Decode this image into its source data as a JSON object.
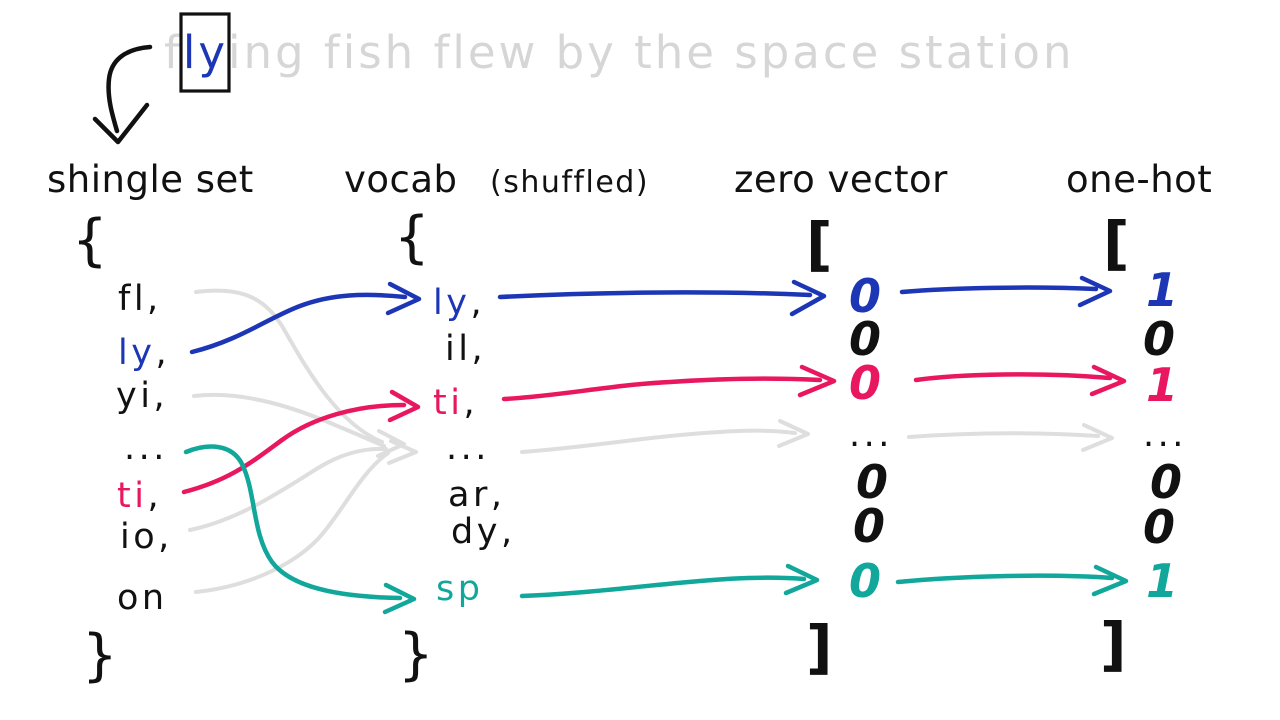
{
  "palette": {
    "blue": "#1c36b5",
    "pink": "#e8175f",
    "teal": "#11a79b",
    "gray": "#d6d6d6",
    "gray_arrow": "#dedede",
    "ink": "#111111"
  },
  "sentence": {
    "prefix": "f",
    "highlight": "ly",
    "suffix": "ing fish flew by the space station"
  },
  "columns": {
    "shingle_set": {
      "title": "shingle set",
      "open": "{",
      "close": "}",
      "items": [
        {
          "label": "fl",
          "sep": ",",
          "color": "ink"
        },
        {
          "label": "ly",
          "sep": ",",
          "color": "blue"
        },
        {
          "label": "yi",
          "sep": ",",
          "color": "ink"
        },
        {
          "label": "...",
          "sep": "",
          "color": "ink"
        },
        {
          "label": "ti",
          "sep": ",",
          "color": "pink"
        },
        {
          "label": "io",
          "sep": ",",
          "color": "ink"
        },
        {
          "label": "on",
          "sep": "",
          "color": "ink"
        }
      ]
    },
    "vocab": {
      "title": "vocab",
      "subtitle": "(shuffled)",
      "open": "{",
      "close": "}",
      "items": [
        {
          "label": "ly",
          "sep": ",",
          "color": "blue"
        },
        {
          "label": "il",
          "sep": ",",
          "color": "ink"
        },
        {
          "label": "ti",
          "sep": ",",
          "color": "pink"
        },
        {
          "label": "...",
          "sep": "",
          "color": "ink"
        },
        {
          "label": "ar",
          "sep": ",",
          "color": "ink"
        },
        {
          "label": "dy",
          "sep": ",",
          "color": "ink"
        },
        {
          "label": "sp",
          "sep": "",
          "color": "teal"
        }
      ]
    },
    "zero_vector": {
      "title": "zero vector",
      "open": "[",
      "close": "]",
      "items": [
        {
          "label": "0",
          "sep": "",
          "color": "blue"
        },
        {
          "label": "0",
          "sep": "",
          "color": "ink"
        },
        {
          "label": "0",
          "sep": "",
          "color": "pink"
        },
        {
          "label": "...",
          "sep": "",
          "color": "ink"
        },
        {
          "label": "0",
          "sep": "",
          "color": "ink"
        },
        {
          "label": "0",
          "sep": "",
          "color": "ink"
        },
        {
          "label": "0",
          "sep": "",
          "color": "teal"
        }
      ]
    },
    "one_hot": {
      "title": "one-hot",
      "open": "[",
      "close": "]",
      "items": [
        {
          "label": "1",
          "sep": "",
          "color": "blue"
        },
        {
          "label": "0",
          "sep": "",
          "color": "ink"
        },
        {
          "label": "1",
          "sep": "",
          "color": "pink"
        },
        {
          "label": "...",
          "sep": "",
          "color": "ink"
        },
        {
          "label": "0",
          "sep": "",
          "color": "ink"
        },
        {
          "label": "0",
          "sep": "",
          "color": "ink"
        },
        {
          "label": "1",
          "sep": "",
          "color": "teal"
        }
      ]
    }
  },
  "arrows": [
    {
      "from": "shingle_set.fl",
      "to": "vocab....",
      "color": "gray"
    },
    {
      "from": "shingle_set.yi",
      "to": "vocab....",
      "color": "gray"
    },
    {
      "from": "shingle_set.io",
      "to": "vocab....",
      "color": "gray"
    },
    {
      "from": "shingle_set.on",
      "to": "vocab....",
      "color": "gray"
    },
    {
      "from": "shingle_set.ly",
      "to": "vocab.ly",
      "color": "blue"
    },
    {
      "from": "shingle_set.ti",
      "to": "vocab.ti",
      "color": "pink"
    },
    {
      "from": "shingle_set....",
      "to": "vocab.sp",
      "color": "teal"
    },
    {
      "from": "vocab.ly",
      "to": "zero_vector.0",
      "color": "blue"
    },
    {
      "from": "vocab.ti",
      "to": "zero_vector.2",
      "color": "pink"
    },
    {
      "from": "vocab....",
      "to": "zero_vector.3",
      "color": "gray"
    },
    {
      "from": "vocab.sp",
      "to": "zero_vector.6",
      "color": "teal"
    },
    {
      "from": "zero_vector.0",
      "to": "one_hot.0",
      "color": "blue"
    },
    {
      "from": "zero_vector.2",
      "to": "one_hot.2",
      "color": "pink"
    },
    {
      "from": "zero_vector.3",
      "to": "one_hot.3",
      "color": "gray"
    },
    {
      "from": "zero_vector.6",
      "to": "one_hot.6",
      "color": "teal"
    }
  ]
}
